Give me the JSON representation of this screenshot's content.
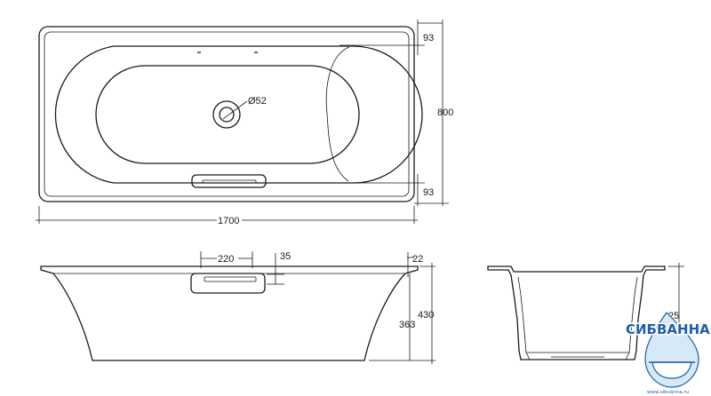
{
  "top_view": {
    "drain_label": "Ø52",
    "dim_top_offset": "93",
    "dim_bottom_offset": "93",
    "dim_width": "800",
    "dim_length": "1700"
  },
  "side_view": {
    "dim_handle_length": "220",
    "dim_handle_height": "35",
    "dim_rim": "22",
    "dim_overall_height": "430",
    "dim_depth": "363"
  },
  "end_view": {
    "dim_partial": "25"
  },
  "watermark": {
    "brand": "СИБВАННА",
    "url": "www.sibvanna.ru"
  }
}
